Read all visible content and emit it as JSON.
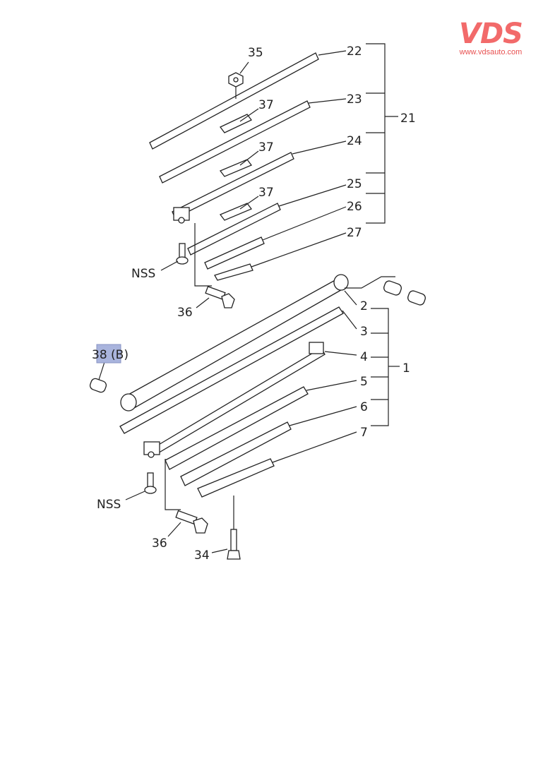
{
  "logo": {
    "mark": "VDS",
    "url": "www.vdsauto.com",
    "color": "#f26a6a"
  },
  "highlight_color": "#a9b4dd",
  "callouts": {
    "c35": "35",
    "c22": "22",
    "c23": "23",
    "c37a": "37",
    "c21": "21",
    "c24": "24",
    "c37b": "37",
    "c25": "25",
    "c37c": "37",
    "c26": "26",
    "c27": "27",
    "nss_upper": "NSS",
    "c36_upper": "36",
    "c2": "2",
    "c3": "3",
    "c4": "4",
    "c1": "1",
    "c5": "5",
    "c6": "6",
    "c7": "7",
    "c38b": "38 (B)",
    "nss_lower": "NSS",
    "c36_lower": "36",
    "c34": "34"
  }
}
